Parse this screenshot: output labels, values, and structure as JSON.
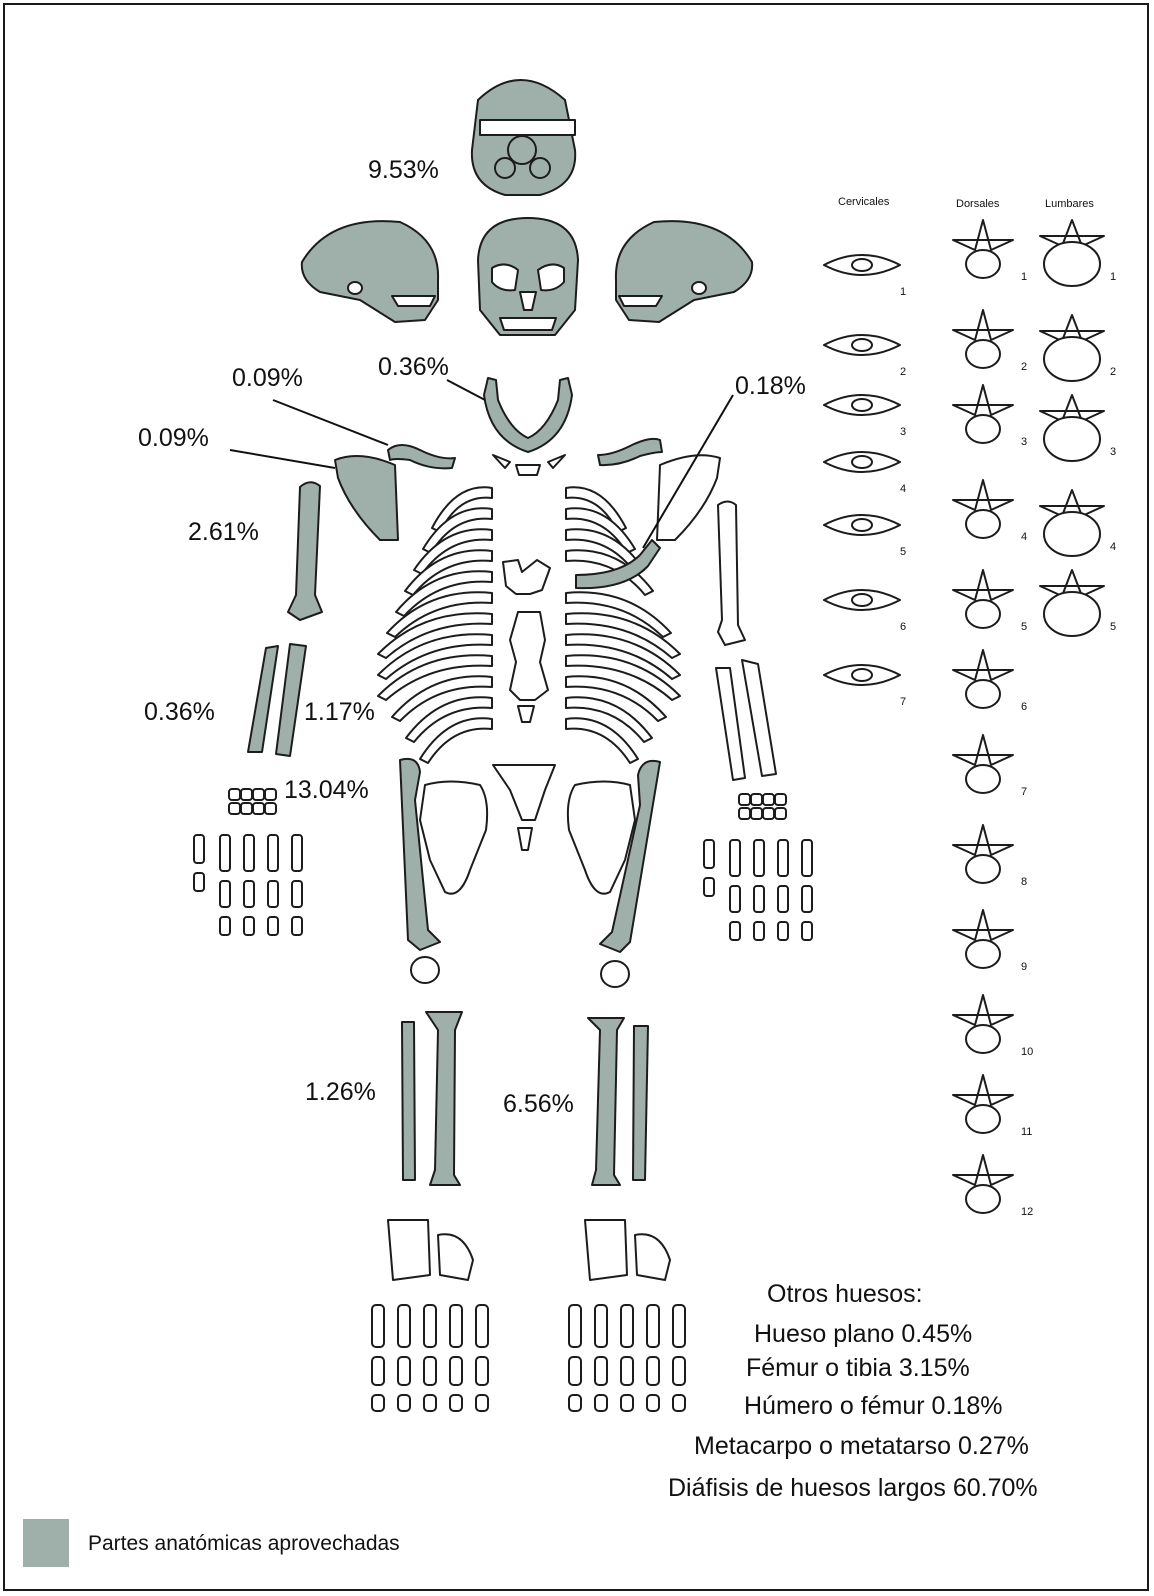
{
  "colors": {
    "used": "#9fb0ab",
    "unused": "#ffffff",
    "outline": "#1c1c1c"
  },
  "labels": {
    "skull": "9.53%",
    "mandible": "0.36%",
    "clavicle": "0.09%",
    "scapula": "0.09%",
    "rib": "0.18%",
    "humerus": "2.61%",
    "ulna": "0.36%",
    "radius": "1.17%",
    "femur": "13.04%",
    "fibula": "1.26%",
    "tibia": "6.56%"
  },
  "vertebrae": {
    "cervical_title": "Cervicales",
    "dorsal_title": "Dorsales",
    "lumbar_title": "Lumbares",
    "cervical_numbers": [
      "1",
      "2",
      "3",
      "4",
      "5",
      "6",
      "7"
    ],
    "dorsal_numbers": [
      "1",
      "2",
      "3",
      "4",
      "5",
      "6",
      "7",
      "8",
      "9",
      "10",
      "11",
      "12"
    ],
    "lumbar_numbers": [
      "1",
      "2",
      "3",
      "4",
      "5"
    ]
  },
  "other_bones": {
    "title": "Otros huesos:",
    "items": [
      "Hueso plano  0.45%",
      "Fémur o tibia  3.15%",
      "Húmero o fémur 0.18%",
      "Metacarpo o metatarso  0.27%",
      "Diáfisis de huesos largos  60.70%"
    ]
  },
  "legend": {
    "label": "Partes anatómicas aprovechadas"
  }
}
